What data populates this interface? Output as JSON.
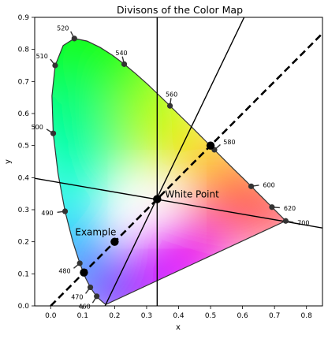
{
  "chart_data": {
    "type": "scatter",
    "title": "Divisons of the Color Map",
    "xlabel": "x",
    "ylabel": "y",
    "xlim": [
      -0.05,
      0.85
    ],
    "ylim": [
      0.0,
      0.9
    ],
    "x_ticks": [
      0.0,
      0.1,
      0.2,
      0.3,
      0.4,
      0.5,
      0.6,
      0.7,
      0.8
    ],
    "x_tick_labels": [
      "0.0",
      "0.1",
      "0.2",
      "0.3",
      "0.4",
      "0.5",
      "0.6",
      "0.7",
      "0.8"
    ],
    "y_ticks": [
      0.0,
      0.1,
      0.2,
      0.3,
      0.4,
      0.5,
      0.6,
      0.7,
      0.8,
      0.9
    ],
    "y_tick_labels": [
      "0.0",
      "0.1",
      "0.2",
      "0.3",
      "0.4",
      "0.5",
      "0.6",
      "0.7",
      "0.8",
      "0.9"
    ],
    "grid": false,
    "locus_points": [
      {
        "x": 0.174,
        "y": 0.005
      },
      {
        "x": 0.17,
        "y": 0.006
      },
      {
        "x": 0.166,
        "y": 0.009
      },
      {
        "x": 0.16,
        "y": 0.014
      },
      {
        "x": 0.15,
        "y": 0.023
      },
      {
        "x": 0.136,
        "y": 0.04
      },
      {
        "x": 0.124,
        "y": 0.058
      },
      {
        "x": 0.109,
        "y": 0.087
      },
      {
        "x": 0.091,
        "y": 0.133
      },
      {
        "x": 0.069,
        "y": 0.201
      },
      {
        "x": 0.045,
        "y": 0.295
      },
      {
        "x": 0.023,
        "y": 0.413
      },
      {
        "x": 0.008,
        "y": 0.538
      },
      {
        "x": 0.004,
        "y": 0.655
      },
      {
        "x": 0.014,
        "y": 0.75
      },
      {
        "x": 0.039,
        "y": 0.812
      },
      {
        "x": 0.074,
        "y": 0.834
      },
      {
        "x": 0.114,
        "y": 0.826
      },
      {
        "x": 0.155,
        "y": 0.806
      },
      {
        "x": 0.193,
        "y": 0.782
      },
      {
        "x": 0.23,
        "y": 0.754
      },
      {
        "x": 0.266,
        "y": 0.724
      },
      {
        "x": 0.302,
        "y": 0.692
      },
      {
        "x": 0.337,
        "y": 0.659
      },
      {
        "x": 0.373,
        "y": 0.624
      },
      {
        "x": 0.409,
        "y": 0.589
      },
      {
        "x": 0.444,
        "y": 0.555
      },
      {
        "x": 0.479,
        "y": 0.52
      },
      {
        "x": 0.512,
        "y": 0.487
      },
      {
        "x": 0.545,
        "y": 0.454
      },
      {
        "x": 0.575,
        "y": 0.424
      },
      {
        "x": 0.603,
        "y": 0.397
      },
      {
        "x": 0.627,
        "y": 0.373
      },
      {
        "x": 0.648,
        "y": 0.352
      },
      {
        "x": 0.666,
        "y": 0.334
      },
      {
        "x": 0.68,
        "y": 0.32
      },
      {
        "x": 0.692,
        "y": 0.308
      },
      {
        "x": 0.735,
        "y": 0.265
      }
    ],
    "wavelength_markers": [
      {
        "label": "460",
        "x": 0.144,
        "y": 0.03
      },
      {
        "label": "470",
        "x": 0.124,
        "y": 0.058
      },
      {
        "label": "480",
        "x": 0.091,
        "y": 0.133
      },
      {
        "label": "490",
        "x": 0.045,
        "y": 0.295
      },
      {
        "label": "500",
        "x": 0.008,
        "y": 0.538
      },
      {
        "label": "510",
        "x": 0.014,
        "y": 0.75
      },
      {
        "label": "520",
        "x": 0.074,
        "y": 0.834
      },
      {
        "label": "540",
        "x": 0.23,
        "y": 0.754
      },
      {
        "label": "560",
        "x": 0.373,
        "y": 0.624
      },
      {
        "label": "580",
        "x": 0.512,
        "y": 0.487
      },
      {
        "label": "600",
        "x": 0.627,
        "y": 0.373
      },
      {
        "label": "620",
        "x": 0.692,
        "y": 0.308
      },
      {
        "label": "700",
        "x": 0.735,
        "y": 0.265
      }
    ],
    "special_points": [
      {
        "name": "white-point",
        "label": "White Point",
        "x": 0.333,
        "y": 0.333
      },
      {
        "name": "example",
        "label": "Example",
        "x": 0.2,
        "y": 0.2
      },
      {
        "name": "dashed-endpoint-upper",
        "label": "",
        "x": 0.5,
        "y": 0.5
      },
      {
        "name": "dashed-endpoint-lower",
        "label": "",
        "x": 0.104,
        "y": 0.104
      }
    ],
    "division_lines": [
      {
        "style": "solid",
        "type": "vertical",
        "x": 0.333
      },
      {
        "style": "solid",
        "points": [
          [
            -0.05,
            0.398
          ],
          [
            0.85,
            0.243
          ]
        ]
      },
      {
        "style": "solid",
        "points": [
          [
            0.17,
            0.0
          ],
          [
            0.605,
            0.9
          ]
        ]
      },
      {
        "style": "dashed",
        "points": [
          [
            0.0,
            0.0
          ],
          [
            0.85,
            0.85
          ]
        ]
      }
    ]
  }
}
